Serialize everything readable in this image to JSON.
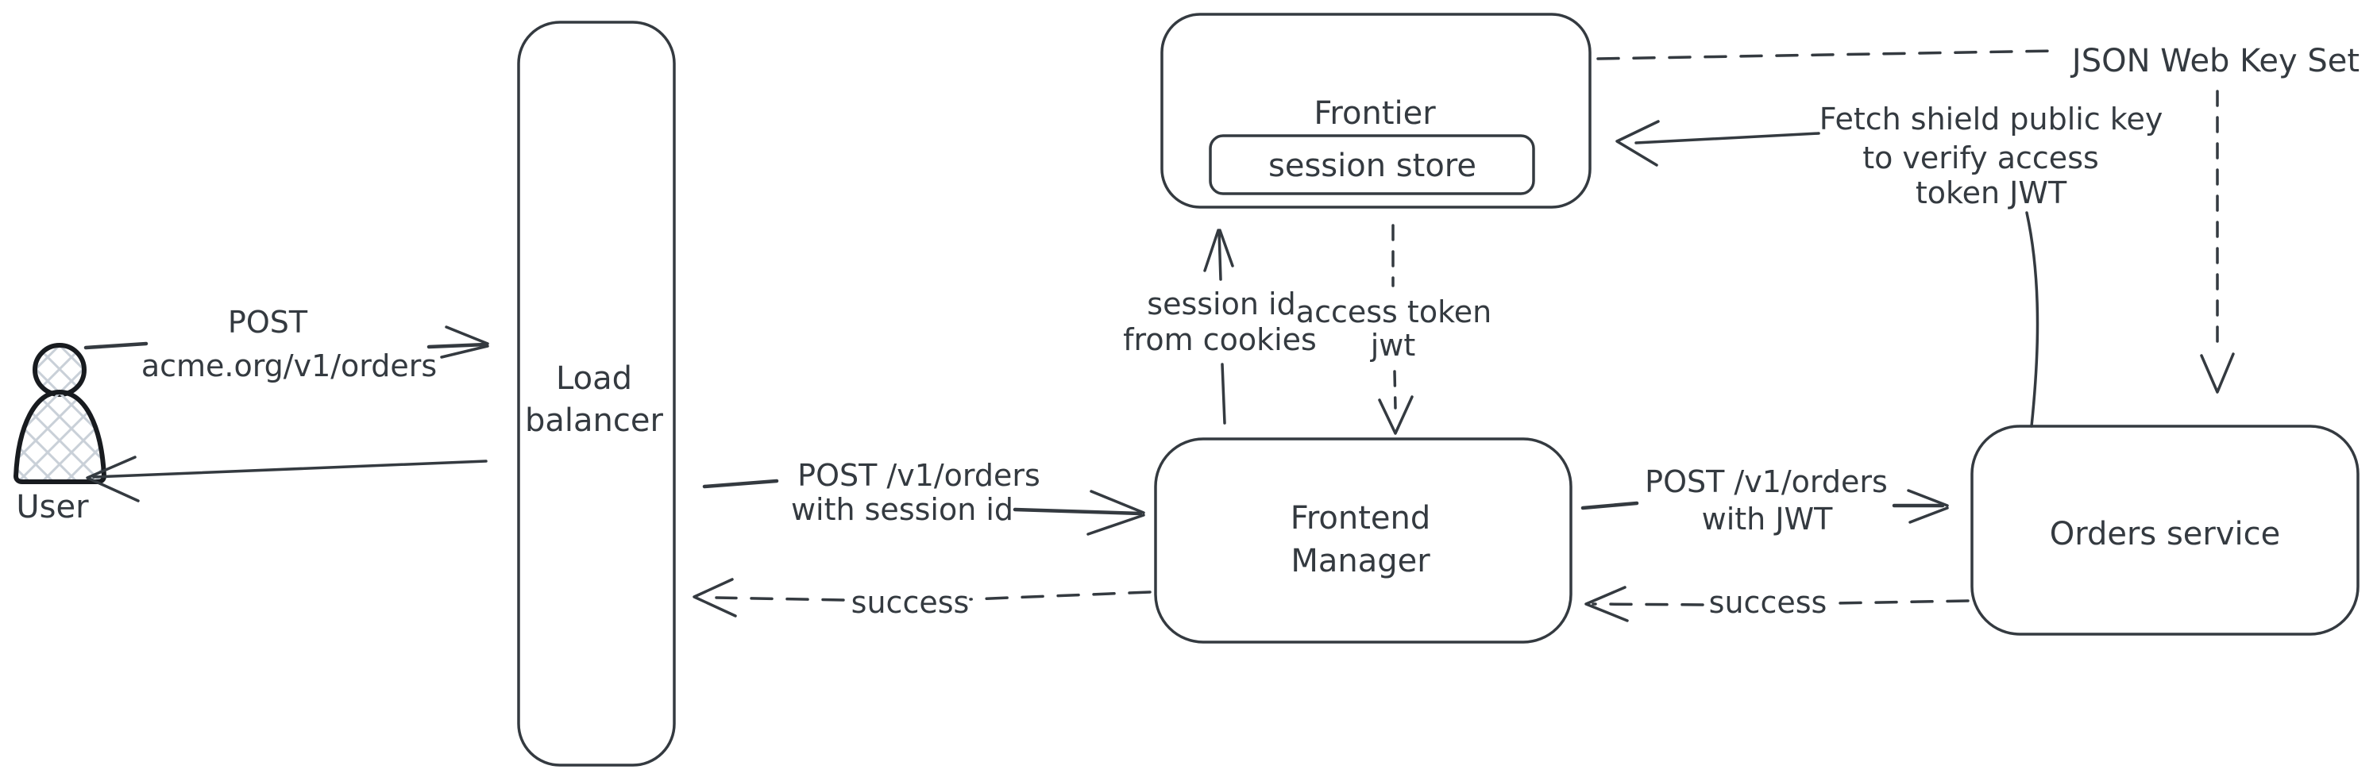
{
  "canvas": {
    "background": "#ffffff",
    "stroke_color": "#343a40",
    "hatch_color": "#c9d0d8"
  },
  "nodes": {
    "user": {
      "label": "User"
    },
    "load_balancer": {
      "lines": [
        "Load",
        "balancer"
      ]
    },
    "frontier": {
      "label": "Frontier"
    },
    "session_store": {
      "label": "session store"
    },
    "frontend_manager": {
      "lines": [
        "Frontend",
        "Manager"
      ]
    },
    "orders_service": {
      "label": "Orders service"
    }
  },
  "edges": {
    "user_to_lb": {
      "style": "solid",
      "lines": [
        "POST",
        "acme.org/v1/orders"
      ]
    },
    "lb_to_user": {
      "style": "solid"
    },
    "lb_to_fm": {
      "style": "solid",
      "lines": [
        "POST /v1/orders",
        "with session id"
      ]
    },
    "fm_to_lb": {
      "style": "dashed",
      "label": "success"
    },
    "fm_to_frontier": {
      "style": "solid",
      "lines": [
        "session id",
        "from cookies"
      ]
    },
    "frontier_to_fm": {
      "style": "dashed",
      "lines": [
        "access token",
        "jwt"
      ]
    },
    "fm_to_orders": {
      "style": "solid",
      "lines": [
        "POST /v1/orders",
        "with JWT"
      ]
    },
    "orders_to_fm": {
      "style": "dashed",
      "label": "success"
    },
    "orders_to_frontier": {
      "style": "solid",
      "lines": [
        "Fetch shield public key",
        "to verify access",
        "token JWT"
      ]
    },
    "frontier_to_jwks": {
      "style": "dashed",
      "label": "JSON Web Key Set"
    },
    "jwks_to_orders": {
      "style": "dashed"
    }
  }
}
